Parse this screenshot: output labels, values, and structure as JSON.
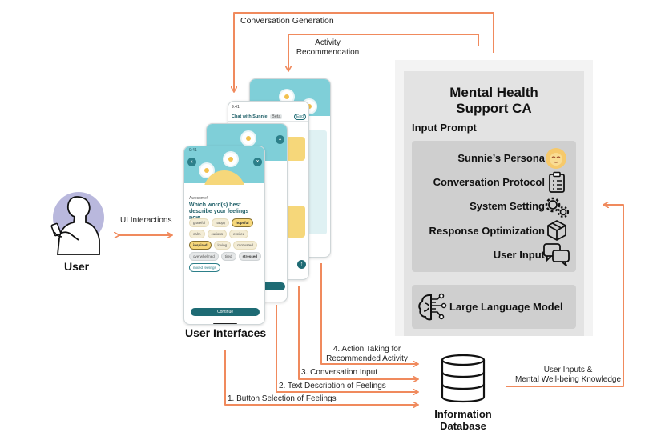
{
  "flow_labels": {
    "conversation_generation": "Conversation Generation",
    "activity_recommendation_line1": "Activity",
    "activity_recommendation_line2": "Recommendation",
    "ui_interactions": "UI Interactions",
    "action_taking_line1": "4. Action Taking for",
    "action_taking_line2": "Recommended Activity",
    "conversation_input": "3. Conversation Input",
    "text_description": "2. Text Description of Feelings",
    "button_selection": "1. Button Selection of Feelings",
    "user_inputs_line1": "User Inputs &",
    "user_inputs_line2": "Mental Well-being Knowledge"
  },
  "nodes": {
    "user": "User",
    "user_interfaces": "User Interfaces",
    "database_line1": "Information",
    "database_line2": "Database"
  },
  "ca_panel": {
    "title_line1": "Mental Health",
    "title_line2": "Support CA",
    "input_prompt": "Input Prompt",
    "prompt_items": [
      {
        "label": "Sunnie’s Persona",
        "icon": "sun-face-icon"
      },
      {
        "label": "Conversation Protocol",
        "icon": "clipboard-list-icon"
      },
      {
        "label": "System Setting",
        "icon": "gears-icon"
      },
      {
        "label": "Response Optimization",
        "icon": "cube-icon"
      },
      {
        "label": "User Input",
        "icon": "chat-bubbles-icon"
      }
    ],
    "llm_label": "Large Language Model",
    "llm_icon": "brain-circuit-icon"
  },
  "phone_front": {
    "status": "9:41",
    "small_label": "Awesome!",
    "question": "Which word(s) best describe your feelings now...",
    "chips": [
      {
        "label": "grateful",
        "state": "normal"
      },
      {
        "label": "happy",
        "state": "normal"
      },
      {
        "label": "hopeful",
        "state": "selected"
      },
      {
        "label": "calm",
        "state": "normal"
      },
      {
        "label": "curious",
        "state": "normal"
      },
      {
        "label": "excited",
        "state": "normal"
      },
      {
        "label": "inspired",
        "state": "selected"
      },
      {
        "label": "loving",
        "state": "normal"
      },
      {
        "label": "motivated",
        "state": "normal"
      },
      {
        "label": "overwhelmed",
        "state": "grey"
      },
      {
        "label": "tired",
        "state": "grey"
      },
      {
        "label": "stressed",
        "state": "selected-grey"
      },
      {
        "label": "mixed feelings",
        "state": "outline"
      }
    ],
    "continue_label": "Continue"
  },
  "phone_chat": {
    "status": "9:41",
    "title": "Chat with Sunnie",
    "badge": "Beta",
    "end_label": "End"
  },
  "colors": {
    "arrow": "#f08a5d",
    "teal": "#1e6b74",
    "sky": "#7fcfd8",
    "sun": "#f6d77a",
    "panel_outer": "#f3f3f3",
    "panel_inner": "#e3e3e3",
    "box": "#cfcfcf",
    "user_circle": "#b9b8dd"
  }
}
